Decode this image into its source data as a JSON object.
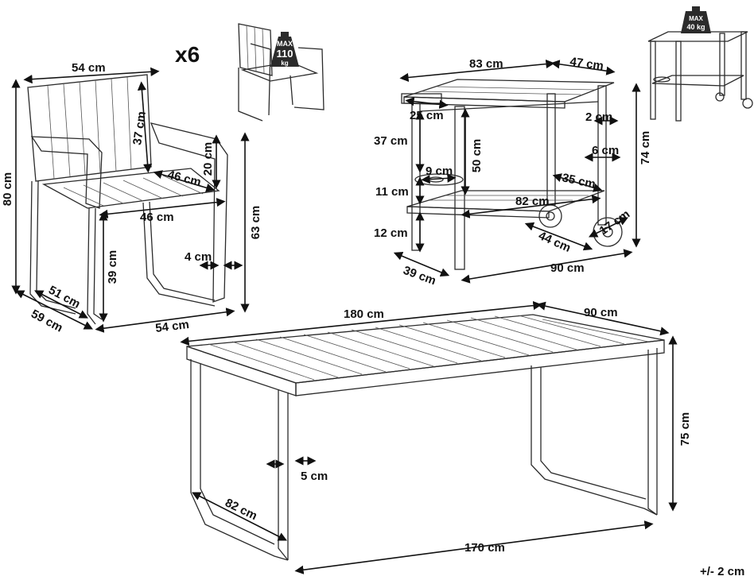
{
  "chair": {
    "quantity": "x6",
    "max_load": {
      "line1": "MAX",
      "line2": "110",
      "line3": "kg"
    },
    "dims": {
      "width_top": "54 cm",
      "height_total": "80 cm",
      "backrest": "37 cm",
      "armrest_height": "20 cm",
      "seat_depth_inner": "46 cm",
      "seat_width": "46 cm",
      "arm_height": "63 cm",
      "seat_height": "39 cm",
      "leg_thickness": "4 cm",
      "depth_inner": "51 cm",
      "depth_total": "59 cm",
      "width_bottom": "54 cm"
    }
  },
  "cart": {
    "max_load": {
      "line1": "MAX",
      "line2": "40 kg"
    },
    "dims": {
      "length": "83 cm",
      "depth": "47 cm",
      "handle": "25 cm",
      "frame_2": "2 cm",
      "frame_6": "6 cm",
      "top_to_shelf": "37 cm",
      "leg_inner": "50 cm",
      "hole": "9 cm",
      "height_total": "74 cm",
      "shelf_gap": "11 cm",
      "shelf_depth": "35 cm",
      "shelf_length": "82 cm",
      "wheel": "17 cm",
      "bottom_clearance": "12 cm",
      "base_depth": "44 cm",
      "side_depth": "39 cm",
      "total_length": "90 cm"
    }
  },
  "table": {
    "dims": {
      "length": "180 cm",
      "depth": "90 cm",
      "height": "75 cm",
      "leg_thickness": "5 cm",
      "leg_frame_depth": "82 cm",
      "inner_length": "170 cm"
    }
  },
  "tolerance": "+/- 2 cm"
}
